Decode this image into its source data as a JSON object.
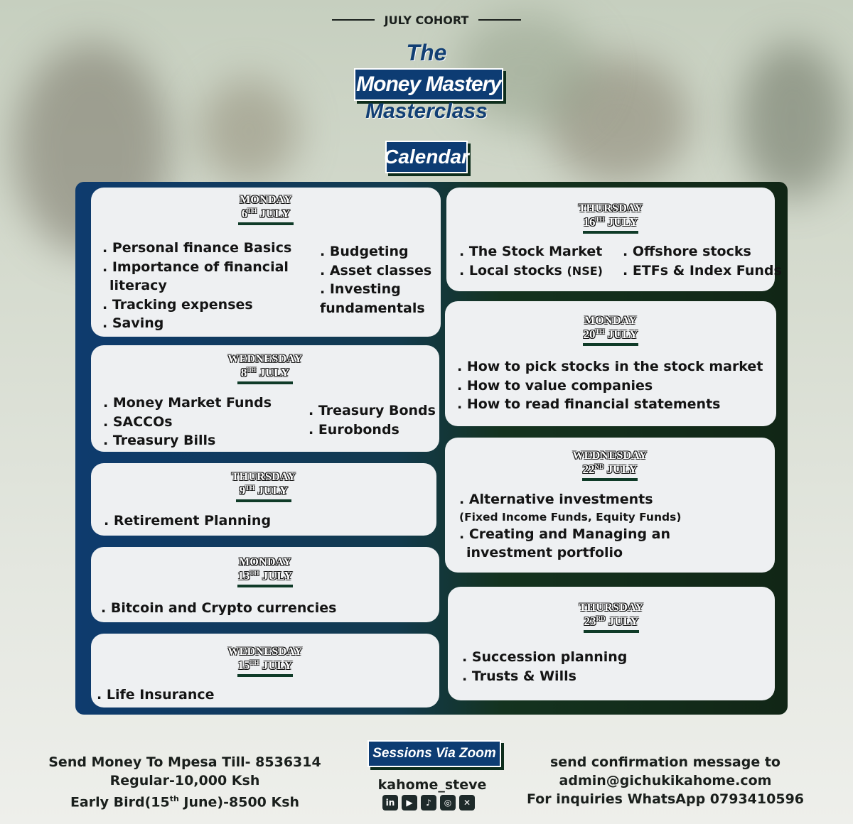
{
  "header": {
    "cohort": "JULY COHORT",
    "title_the": "The",
    "title_main": "Money Mastery",
    "title_sub": "Masterclass",
    "calendar_label": "Calendar"
  },
  "sessions": {
    "mon6": {
      "day": "MONDAY",
      "num": "6",
      "suf": "TH",
      "month": "JULY",
      "left": [
        ". Personal finance Basics",
        ". Importance of financial",
        "literacy",
        ". Tracking expenses",
        ". Saving"
      ],
      "right": [
        ". Budgeting",
        ". Asset classes",
        ". Investing",
        "fundamentals"
      ]
    },
    "wed8": {
      "day": "WEDNESDAY",
      "num": "8",
      "suf": "TH",
      "month": "JULY",
      "left": [
        ". Money Market Funds",
        ". SACCOs",
        ". Treasury Bills"
      ],
      "right": [
        ". Treasury Bonds",
        ". Eurobonds"
      ]
    },
    "thu9": {
      "day": "THURSDAY",
      "num": "9",
      "suf": "TH",
      "month": "JULY",
      "items": [
        ". Retirement Planning"
      ]
    },
    "mon13": {
      "day": "MONDAY",
      "num": "13",
      "suf": "TH",
      "month": "JULY",
      "items": [
        ". Bitcoin and Crypto currencies"
      ]
    },
    "wed15": {
      "day": "WEDNESDAY",
      "num": "15",
      "suf": "TH",
      "month": "JULY",
      "items": [
        ". Life Insurance"
      ]
    },
    "thu16": {
      "day": "THURSDAY",
      "num": "16",
      "suf": "TH",
      "month": "JULY",
      "left": [
        ". The Stock Market",
        ". Local stocks"
      ],
      "left_note": "(NSE)",
      "right": [
        ". Offshore stocks",
        ". ETFs & Index Funds"
      ]
    },
    "mon20": {
      "day": "MONDAY",
      "num": "20",
      "suf": "TH",
      "month": "JULY",
      "items": [
        ". How to pick stocks in the stock market",
        ". How to value companies",
        ". How to read financial statements"
      ]
    },
    "wed22": {
      "day": "WEDNESDAY",
      "num": "22",
      "suf": "ND",
      "month": "JULY",
      "items": [
        ". Alternative investments",
        "(Fixed Income Funds, Equity Funds)",
        ". Creating and Managing an",
        "investment portfolio"
      ]
    },
    "thu23": {
      "day": "THURSDAY",
      "num": "23",
      "suf": "RD",
      "month": "JULY",
      "items": [
        ". Succession planning",
        ". Trusts & Wills"
      ]
    }
  },
  "footer": {
    "payment_line": "Send Money To Mpesa Till- 8536314",
    "regular": "Regular-10,000 Ksh",
    "early_bird_prefix": "Early Bird(15",
    "early_bird_sup": "th",
    "early_bird_suffix": " June)-8500 Ksh",
    "zoom_label": "Sessions Via Zoom",
    "handle": "kahome_steve",
    "socials": [
      "linkedin-icon",
      "youtube-icon",
      "tiktok-icon",
      "instagram-icon",
      "x-icon"
    ],
    "confirm_line": "send confirmation message to",
    "email": "admin@gichukikahome.com",
    "whatsapp": "For inquiries WhatsApp 0793410596"
  },
  "colors": {
    "navy": "#0d3c73",
    "dark_green": "#0f3b28",
    "card": "#eef0f2"
  }
}
